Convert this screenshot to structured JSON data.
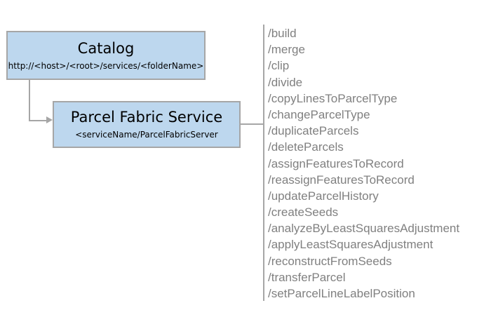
{
  "catalog": {
    "title": "Catalog",
    "subtitle": "http://<host>/<root>/services/<folderName>"
  },
  "service": {
    "title": "Parcel Fabric Service",
    "subtitle": "<serviceName/ParcelFabricServer"
  },
  "endpoints": [
    "/build",
    "/merge",
    "/clip",
    "/divide",
    "/copyLinesToParcelType",
    "/changeParcelType",
    "/duplicateParcels",
    "/deleteParcels",
    "/assignFeaturesToRecord",
    "/reassignFeaturesToRecord",
    "/updateParcelHistory",
    "/createSeeds",
    "/analyzeByLeastSquaresAdjustment",
    "/applyLeastSquaresAdjustment",
    "/reconstructFromSeeds",
    "/transferParcel",
    "/setParcelLineLabelPosition"
  ],
  "colors": {
    "node_fill": "#bdd7ee",
    "node_border": "#a6a6a6",
    "connector": "#a6a6a6",
    "endpoint_text": "#808080"
  }
}
